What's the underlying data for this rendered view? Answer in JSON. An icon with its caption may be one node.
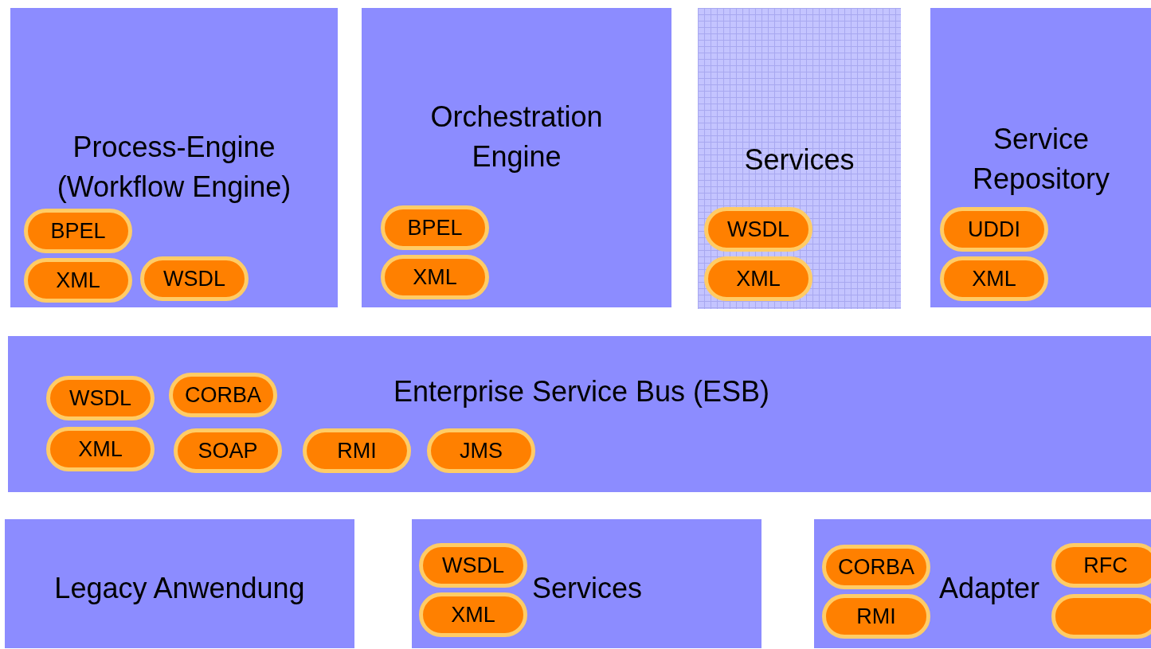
{
  "diagram": {
    "nodes": [
      {
        "text": [
          "Process-Engine (Workflow Engine)"
        ]
      },
      {
        "text": [
          "BPEL"
        ],
        "in": 0
      },
      {
        "text": [
          "XML"
        ],
        "in": 0
      },
      {
        "text": [
          "WSDL"
        ],
        "in": 0
      },
      {
        "text": [
          "Orchestration Engine"
        ]
      },
      {
        "text": [
          "BPEL"
        ],
        "in": 4
      },
      {
        "text": [
          "XML"
        ],
        "in": 4
      },
      {
        "text": [
          "Services"
        ]
      },
      {
        "text": [
          "WSDL"
        ],
        "in": 7
      },
      {
        "text": [
          "XML"
        ],
        "in": 7
      },
      {
        "text": [
          "Service Repository"
        ]
      },
      {
        "text": [
          "UDDI"
        ],
        "in": 10
      },
      {
        "text": [
          "XML"
        ],
        "in": 10
      },
      {
        "text": [
          "Enterprise Service Bus (ESB)"
        ]
      },
      {
        "text": [
          "WSDL"
        ],
        "in": 13
      },
      {
        "text": [
          "CORBA"
        ],
        "in": 13
      },
      {
        "text": [
          "XML"
        ],
        "in": 13
      },
      {
        "text": [
          "SOAP"
        ],
        "in": 13
      },
      {
        "text": [
          "RMI"
        ],
        "in": 13
      },
      {
        "text": [
          "JMS"
        ],
        "in": 13
      },
      {
        "text": [
          "Legacy Anwendung"
        ]
      },
      {
        "text": [
          "Services"
        ]
      },
      {
        "text": [
          "WSDL"
        ],
        "in": 21
      },
      {
        "text": [
          "XML"
        ],
        "in": 21
      },
      {
        "text": [
          "Adapter"
        ]
      },
      {
        "text": [
          "CORBA"
        ],
        "in": 24
      },
      {
        "text": [
          "RMI"
        ],
        "in": 24
      },
      {
        "text": [
          "RFC"
        ],
        "in": 24
      },
      {
        "text": [],
        "shape": "pill",
        "in": 24
      }
    ]
  }
}
